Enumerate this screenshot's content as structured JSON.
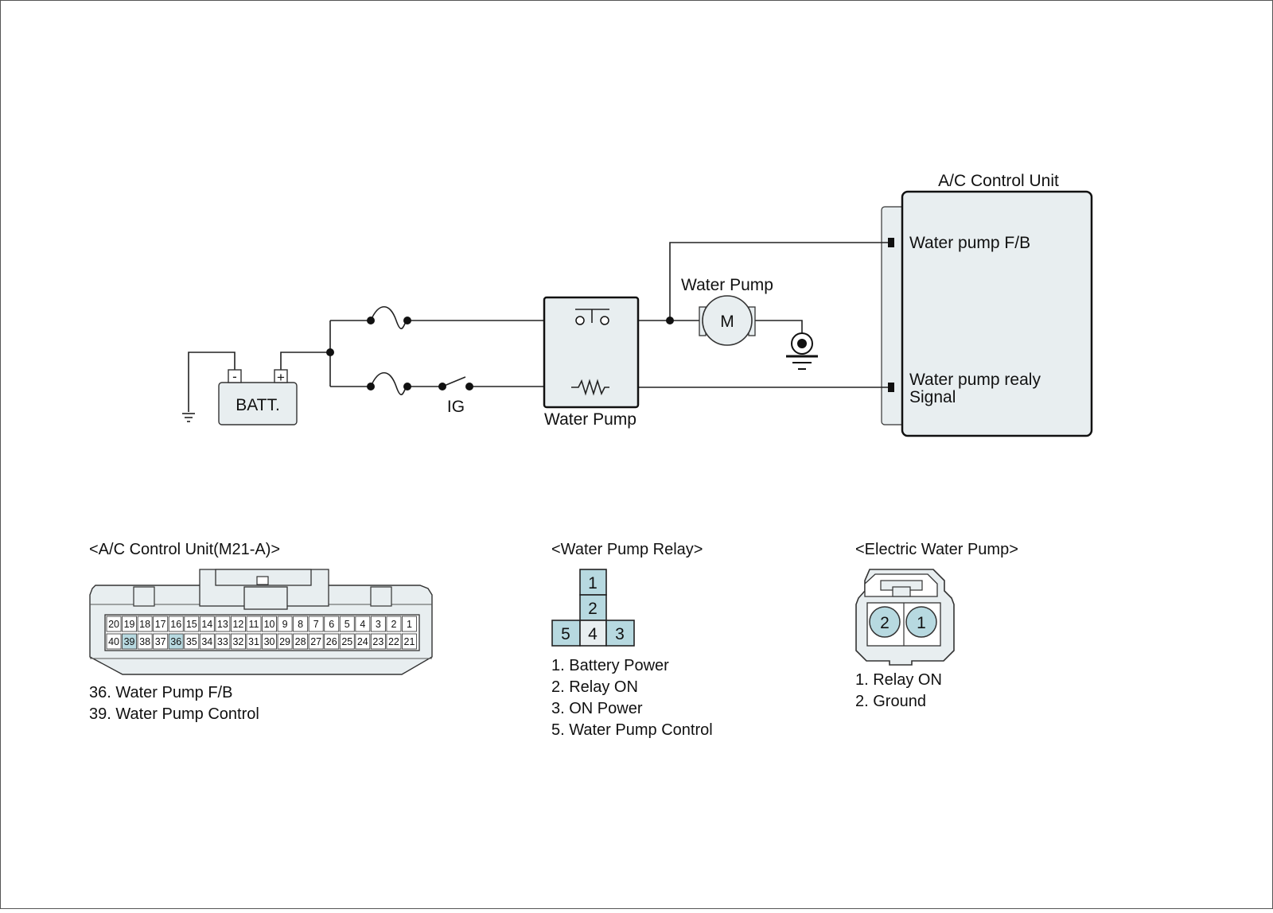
{
  "circuit": {
    "control_unit_title": "A/C Control Unit",
    "control_unit_pin_fb": "Water pump F/B",
    "control_unit_pin_signal_line1": "Water pump realy",
    "control_unit_pin_signal_line2": "Signal",
    "battery_label": "BATT.",
    "battery_minus": "-",
    "battery_plus": "+",
    "ig_label": "IG",
    "relay_label": "Water Pump",
    "pump_label": "Water Pump",
    "motor_label": "M"
  },
  "connectors": {
    "acu": {
      "title": "<A/C Control Unit(M21-A)>",
      "row1": [
        "20",
        "19",
        "18",
        "17",
        "16",
        "15",
        "14",
        "13",
        "12",
        "11",
        "10",
        "9",
        "8",
        "7",
        "6",
        "5",
        "4",
        "3",
        "2",
        "1"
      ],
      "row2": [
        "40",
        "39",
        "38",
        "37",
        "36",
        "35",
        "34",
        "33",
        "32",
        "31",
        "30",
        "29",
        "28",
        "27",
        "26",
        "25",
        "24",
        "23",
        "22",
        "21"
      ],
      "highlighted": [
        "39",
        "36"
      ],
      "legend": [
        "36. Water Pump F/B",
        "39. Water Pump Control"
      ]
    },
    "relay": {
      "title": "<Water Pump Relay>",
      "pins": [
        "1",
        "2",
        "5",
        "4",
        "3"
      ],
      "legend": [
        "1. Battery Power",
        "2. Relay ON",
        "3. ON Power",
        "5. Water Pump Control"
      ]
    },
    "pump": {
      "title": "<Electric Water Pump>",
      "pins": [
        "2",
        "1"
      ],
      "legend": [
        "1. Relay ON",
        "2. Ground"
      ]
    }
  },
  "colors": {
    "pin_highlight": "#b7d9e0",
    "component_fill": "#e8eef0",
    "wire": "#222222"
  }
}
